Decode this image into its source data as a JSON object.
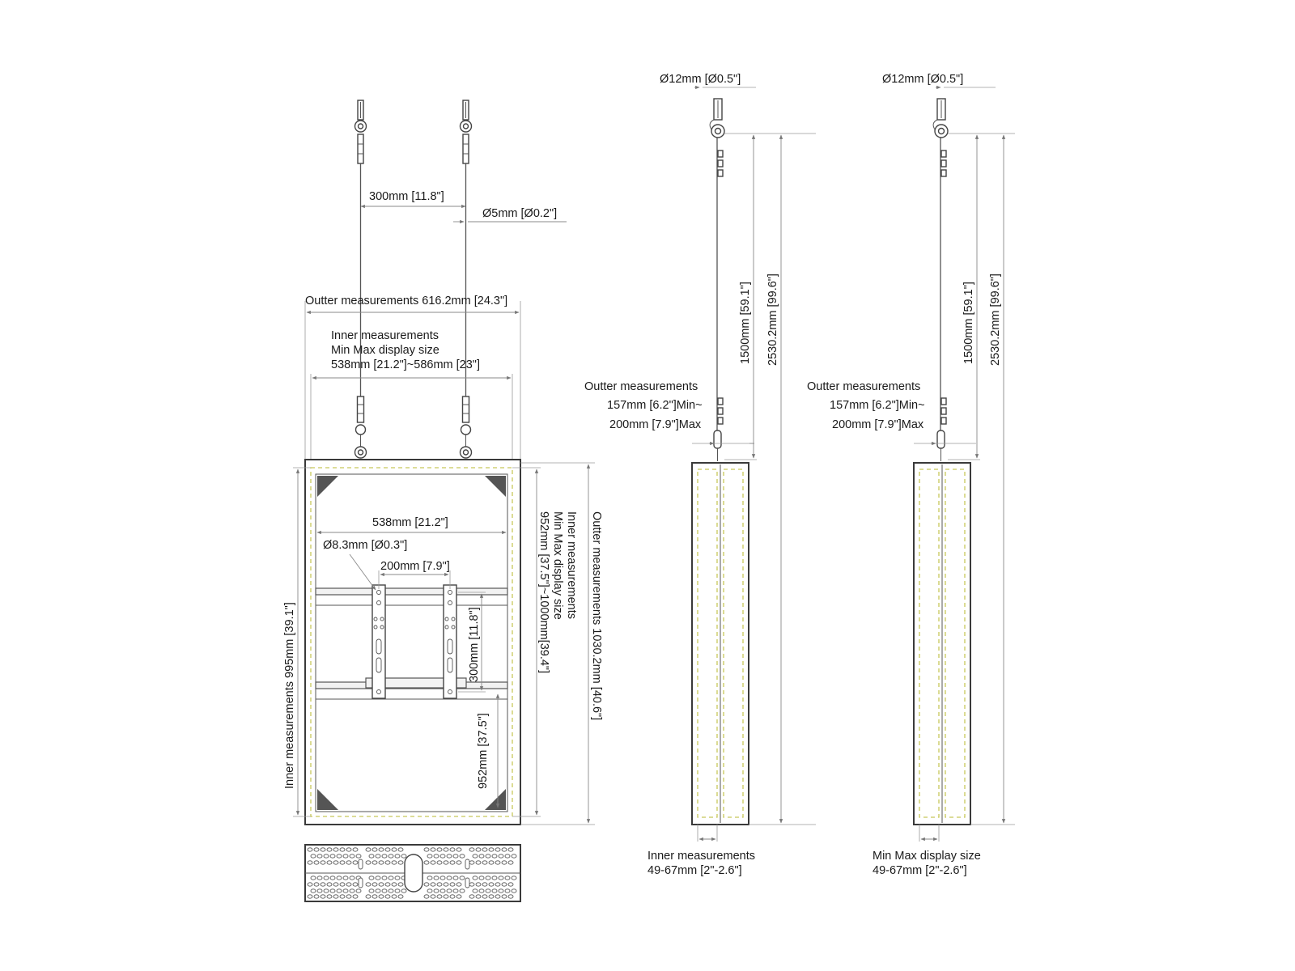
{
  "front_view": {
    "cable_spacing": "300mm [11.8\"]",
    "cable_diameter": "Ø5mm [Ø0.2\"]",
    "outer_width": "Outter measurements 616.2mm [24.3\"]",
    "inner_width_line1": "Inner measurements",
    "inner_width_line2": "Min Max display size",
    "inner_width_line3": "538mm [21.2\"]~586mm [23\"]",
    "rail_width": "538mm [21.2\"]",
    "hole_diameter": "Ø8.3mm [Ø0.3\"]",
    "vesa_horizontal": "200mm [7.9\"]",
    "vesa_vertical": "300mm [11.8\"]",
    "bottom_offset": "952mm [37.5\"]",
    "inner_height_left": "Inner measurements 995mm [39.1\"]",
    "inner_height_line1": "Inner measurements",
    "inner_height_line2": "Min Max display size",
    "inner_height_line3": "952mm [37.5\"]~1000mm[39.4\"]",
    "outer_height": "Outter measurements 1030.2mm [40.6\"]"
  },
  "side_view_1": {
    "anchor_diameter": "Ø12mm [Ø0.5\"]",
    "cable_length": "1500mm [59.1\"]",
    "total_height": "2530.2mm [99.6\"]",
    "depth_line1": "Outter measurements",
    "depth_line2": "157mm [6.2\"]Min~",
    "depth_line3": "200mm [7.9\"]Max",
    "inner_line1": "Inner measurements",
    "inner_line2": "49-67mm [2\"-2.6\"]"
  },
  "side_view_2": {
    "anchor_diameter": "Ø12mm [Ø0.5\"]",
    "cable_length": "1500mm [59.1\"]",
    "total_height": "2530.2mm [99.6\"]",
    "depth_line1": "Outter measurements",
    "depth_line2": "157mm [6.2\"]Min~",
    "depth_line3": "200mm [7.9\"]Max",
    "inner_line1": "Min Max display size",
    "inner_line2": "49-67mm [2\"-2.6\"]"
  }
}
